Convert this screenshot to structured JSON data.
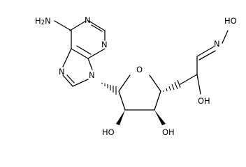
{
  "atoms": {
    "nh2": "H2N",
    "n1": "N",
    "n3": "N",
    "n7": "N",
    "n9": "N",
    "o_ring": "O",
    "oxime_oh": "HO",
    "oxime_n": "N",
    "side_oh": "OH",
    "oh2": "HO",
    "oh3": "OH"
  },
  "colors": {
    "ink": "#000000",
    "background": "#ffffff"
  }
}
